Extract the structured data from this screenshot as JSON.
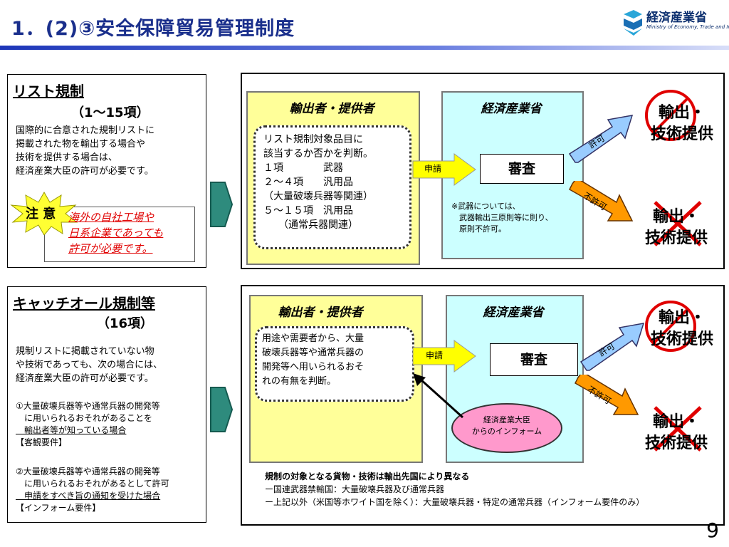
{
  "header": {
    "title": "1．(2)③安全保障貿易管理制度",
    "logo_name": "経済産業省",
    "logo_sub": "Ministry of Economy, Trade and Industry"
  },
  "section1": {
    "heading": "リスト規制",
    "sub": "（1～15項）",
    "lines": [
      "国際的に合意された規制リストに",
      "掲載された物を輸出する場合や",
      "技術を提供する場合は、",
      "経済産業大臣の許可が必要です。"
    ],
    "caution_label": "注 意",
    "caution_lines": [
      "海外の自社工場や",
      "日系企業であっても",
      "許可が必要です。"
    ],
    "exporter_title": "輸出者・提供者",
    "meti_title": "経済産業省",
    "judge_lines": [
      "リスト規制対象品目に",
      "該当するか否かを判断。"
    ],
    "items": [
      "１項　　　　武器",
      "２～４項　　汎用品",
      "（大量破壊兵器等関連）",
      "５～１５項　汎用品",
      "　　（通常兵器関連）"
    ],
    "apply_label": "申請",
    "review_label": "審査",
    "note_lines": [
      "※武器については、",
      "　武器輸出三原則等に則り、",
      "　原則不許可。"
    ],
    "permit_label": "許可",
    "deny_label": "不許可",
    "result_allowed": [
      "輸出・",
      "技術提供"
    ],
    "result_denied": [
      "輸出・",
      "技術提供"
    ]
  },
  "section2": {
    "heading": "キャッチオール規制等",
    "sub": "（16項）",
    "lines": [
      "規制リストに掲載されていない物",
      "や技術であっても、次の場合には、",
      "経済産業大臣の許可が必要です。"
    ],
    "req1_lines": [
      "①大量破壊兵器等や通常兵器の開発等",
      "　に用いられるおそれがあることを",
      "　輸出者等が知っている場合",
      "【客観要件】"
    ],
    "req2_lines": [
      "②大量破壊兵器等や通常兵器の開発等",
      "　に用いられるおそれがあるとして許可",
      "　申請をすべき旨の通知を受けた場合",
      "【インフォーム要件】"
    ],
    "exporter_title": "輸出者・提供者",
    "meti_title": "経済産業省",
    "judge_lines": [
      "用途や需要者から、大量",
      "破壊兵器等や通常兵器の",
      "開発等へ用いられるおそ",
      "れの有無を判断。"
    ],
    "apply_label": "申請",
    "review_label": "審査",
    "inform_lines": [
      "経済産業大臣",
      "からのインフォーム"
    ],
    "permit_label": "許可",
    "deny_label": "不許可",
    "result_allowed": [
      "輸出・",
      "技術提供"
    ],
    "result_denied": [
      "輸出・",
      "技術提供"
    ],
    "footer_lines": [
      "規制の対象となる貨物・技術は輸出先国により異なる",
      "ー国連武器禁輸国：大量破壊兵器及び通常兵器",
      "ー上記以外（米国等ホワイト国を除く）：大量破壊兵器・特定の通常兵器（インフォーム要件のみ）"
    ]
  },
  "page_number": "9"
}
